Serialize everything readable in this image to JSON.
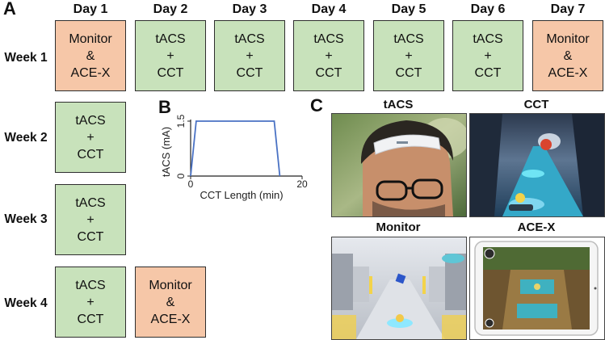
{
  "panels": {
    "a": "A",
    "b": "B",
    "c": "C"
  },
  "schedule": {
    "days": [
      "Day 1",
      "Day 2",
      "Day 3",
      "Day 4",
      "Day 5",
      "Day 6",
      "Day 7"
    ],
    "weeks": [
      {
        "label": "Week 1",
        "cells": [
          {
            "day": 1,
            "type": "monitor",
            "lines": [
              "Monitor",
              "&",
              "ACE-X"
            ]
          },
          {
            "day": 2,
            "type": "training",
            "lines": [
              "tACS",
              "+",
              "CCT"
            ]
          },
          {
            "day": 3,
            "type": "training",
            "lines": [
              "tACS",
              "+",
              "CCT"
            ]
          },
          {
            "day": 4,
            "type": "training",
            "lines": [
              "tACS",
              "+",
              "CCT"
            ]
          },
          {
            "day": 5,
            "type": "training",
            "lines": [
              "tACS",
              "+",
              "CCT"
            ]
          },
          {
            "day": 6,
            "type": "training",
            "lines": [
              "tACS",
              "+",
              "CCT"
            ]
          },
          {
            "day": 7,
            "type": "monitor",
            "lines": [
              "Monitor",
              "&",
              "ACE-X"
            ]
          }
        ]
      },
      {
        "label": "Week 2",
        "cells": [
          {
            "day": 1,
            "type": "training",
            "lines": [
              "tACS",
              "+",
              "CCT"
            ]
          }
        ]
      },
      {
        "label": "Week 3",
        "cells": [
          {
            "day": 1,
            "type": "training",
            "lines": [
              "tACS",
              "+",
              "CCT"
            ]
          }
        ]
      },
      {
        "label": "Week 4",
        "cells": [
          {
            "day": 1,
            "type": "training",
            "lines": [
              "tACS",
              "+",
              "CCT"
            ]
          },
          {
            "day": 2,
            "type": "monitor",
            "lines": [
              "Monitor",
              "&",
              "ACE-X"
            ]
          }
        ]
      }
    ],
    "colors": {
      "training": "#c8e2bb",
      "monitor": "#f6c7a8"
    }
  },
  "chart_data": {
    "type": "line",
    "xlabel": "CCT Length (min)",
    "ylabel": "tACS (mA)",
    "xlim": [
      0,
      20
    ],
    "ylim": [
      0,
      1.5
    ],
    "x_ticks": [
      "0",
      "20"
    ],
    "y_ticks": [
      "0",
      "1.5"
    ],
    "series": [
      {
        "color": "#4a72c4",
        "x": [
          0,
          1,
          15,
          16
        ],
        "y": [
          0,
          1.5,
          1.5,
          0
        ]
      }
    ]
  },
  "photos": [
    {
      "title": "tACS",
      "icon": "headset-photo"
    },
    {
      "title": "CCT",
      "icon": "game-screenshot"
    },
    {
      "title": "Monitor",
      "icon": "game-screenshot"
    },
    {
      "title": "ACE-X",
      "icon": "tablet-screenshot"
    }
  ]
}
